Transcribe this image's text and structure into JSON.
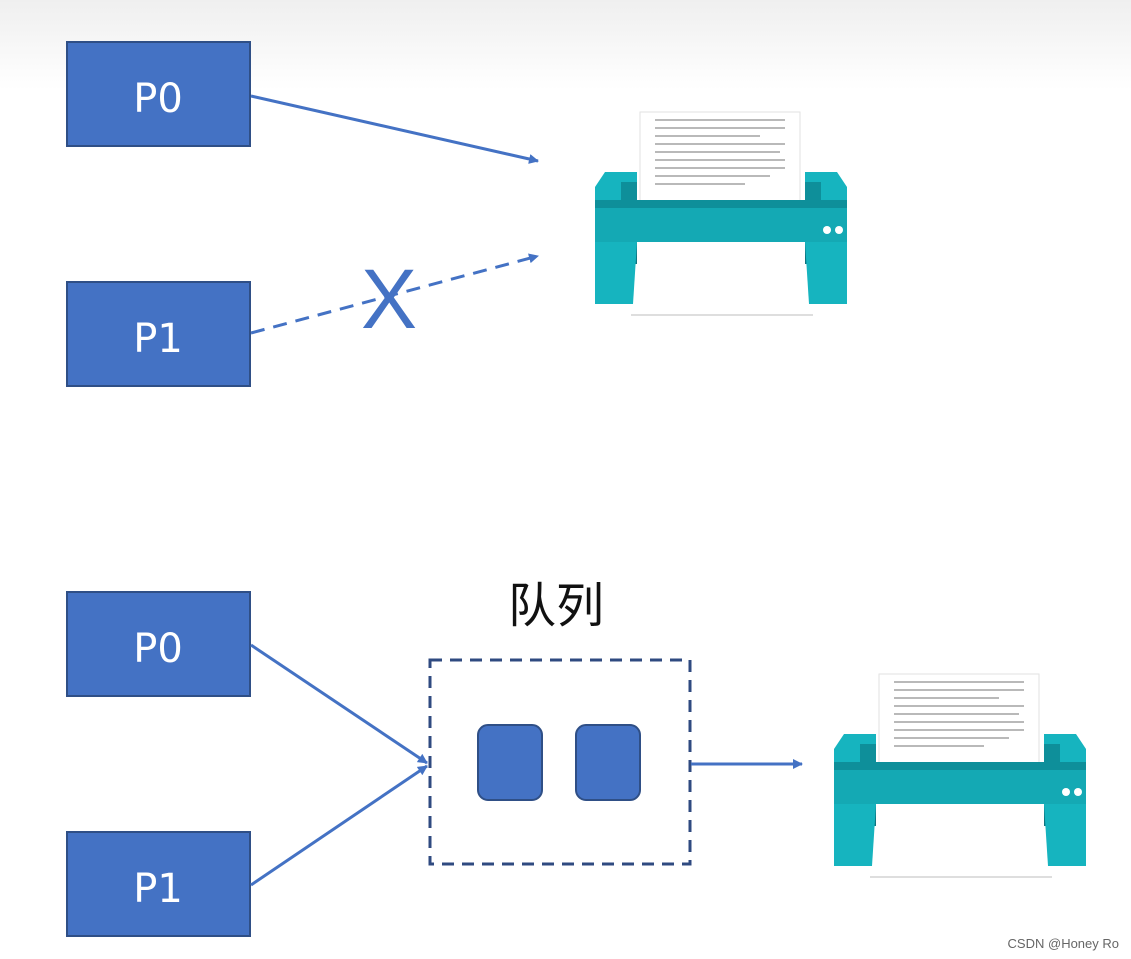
{
  "colors": {
    "process_fill": "#4472c4",
    "process_stroke": "#2f4f86",
    "arrow": "#4472c4",
    "queue_border": "#2f4a80",
    "printer_teal": "#16b4bf",
    "printer_dark": "#0e8f9a"
  },
  "top_scenario": {
    "processes": [
      {
        "label": "P0"
      },
      {
        "label": "P1"
      }
    ],
    "blocked_mark": "X"
  },
  "bottom_scenario": {
    "processes": [
      {
        "label": "P0"
      },
      {
        "label": "P1"
      }
    ],
    "queue_title": "队列"
  },
  "watermark": "CSDN @Honey Ro"
}
